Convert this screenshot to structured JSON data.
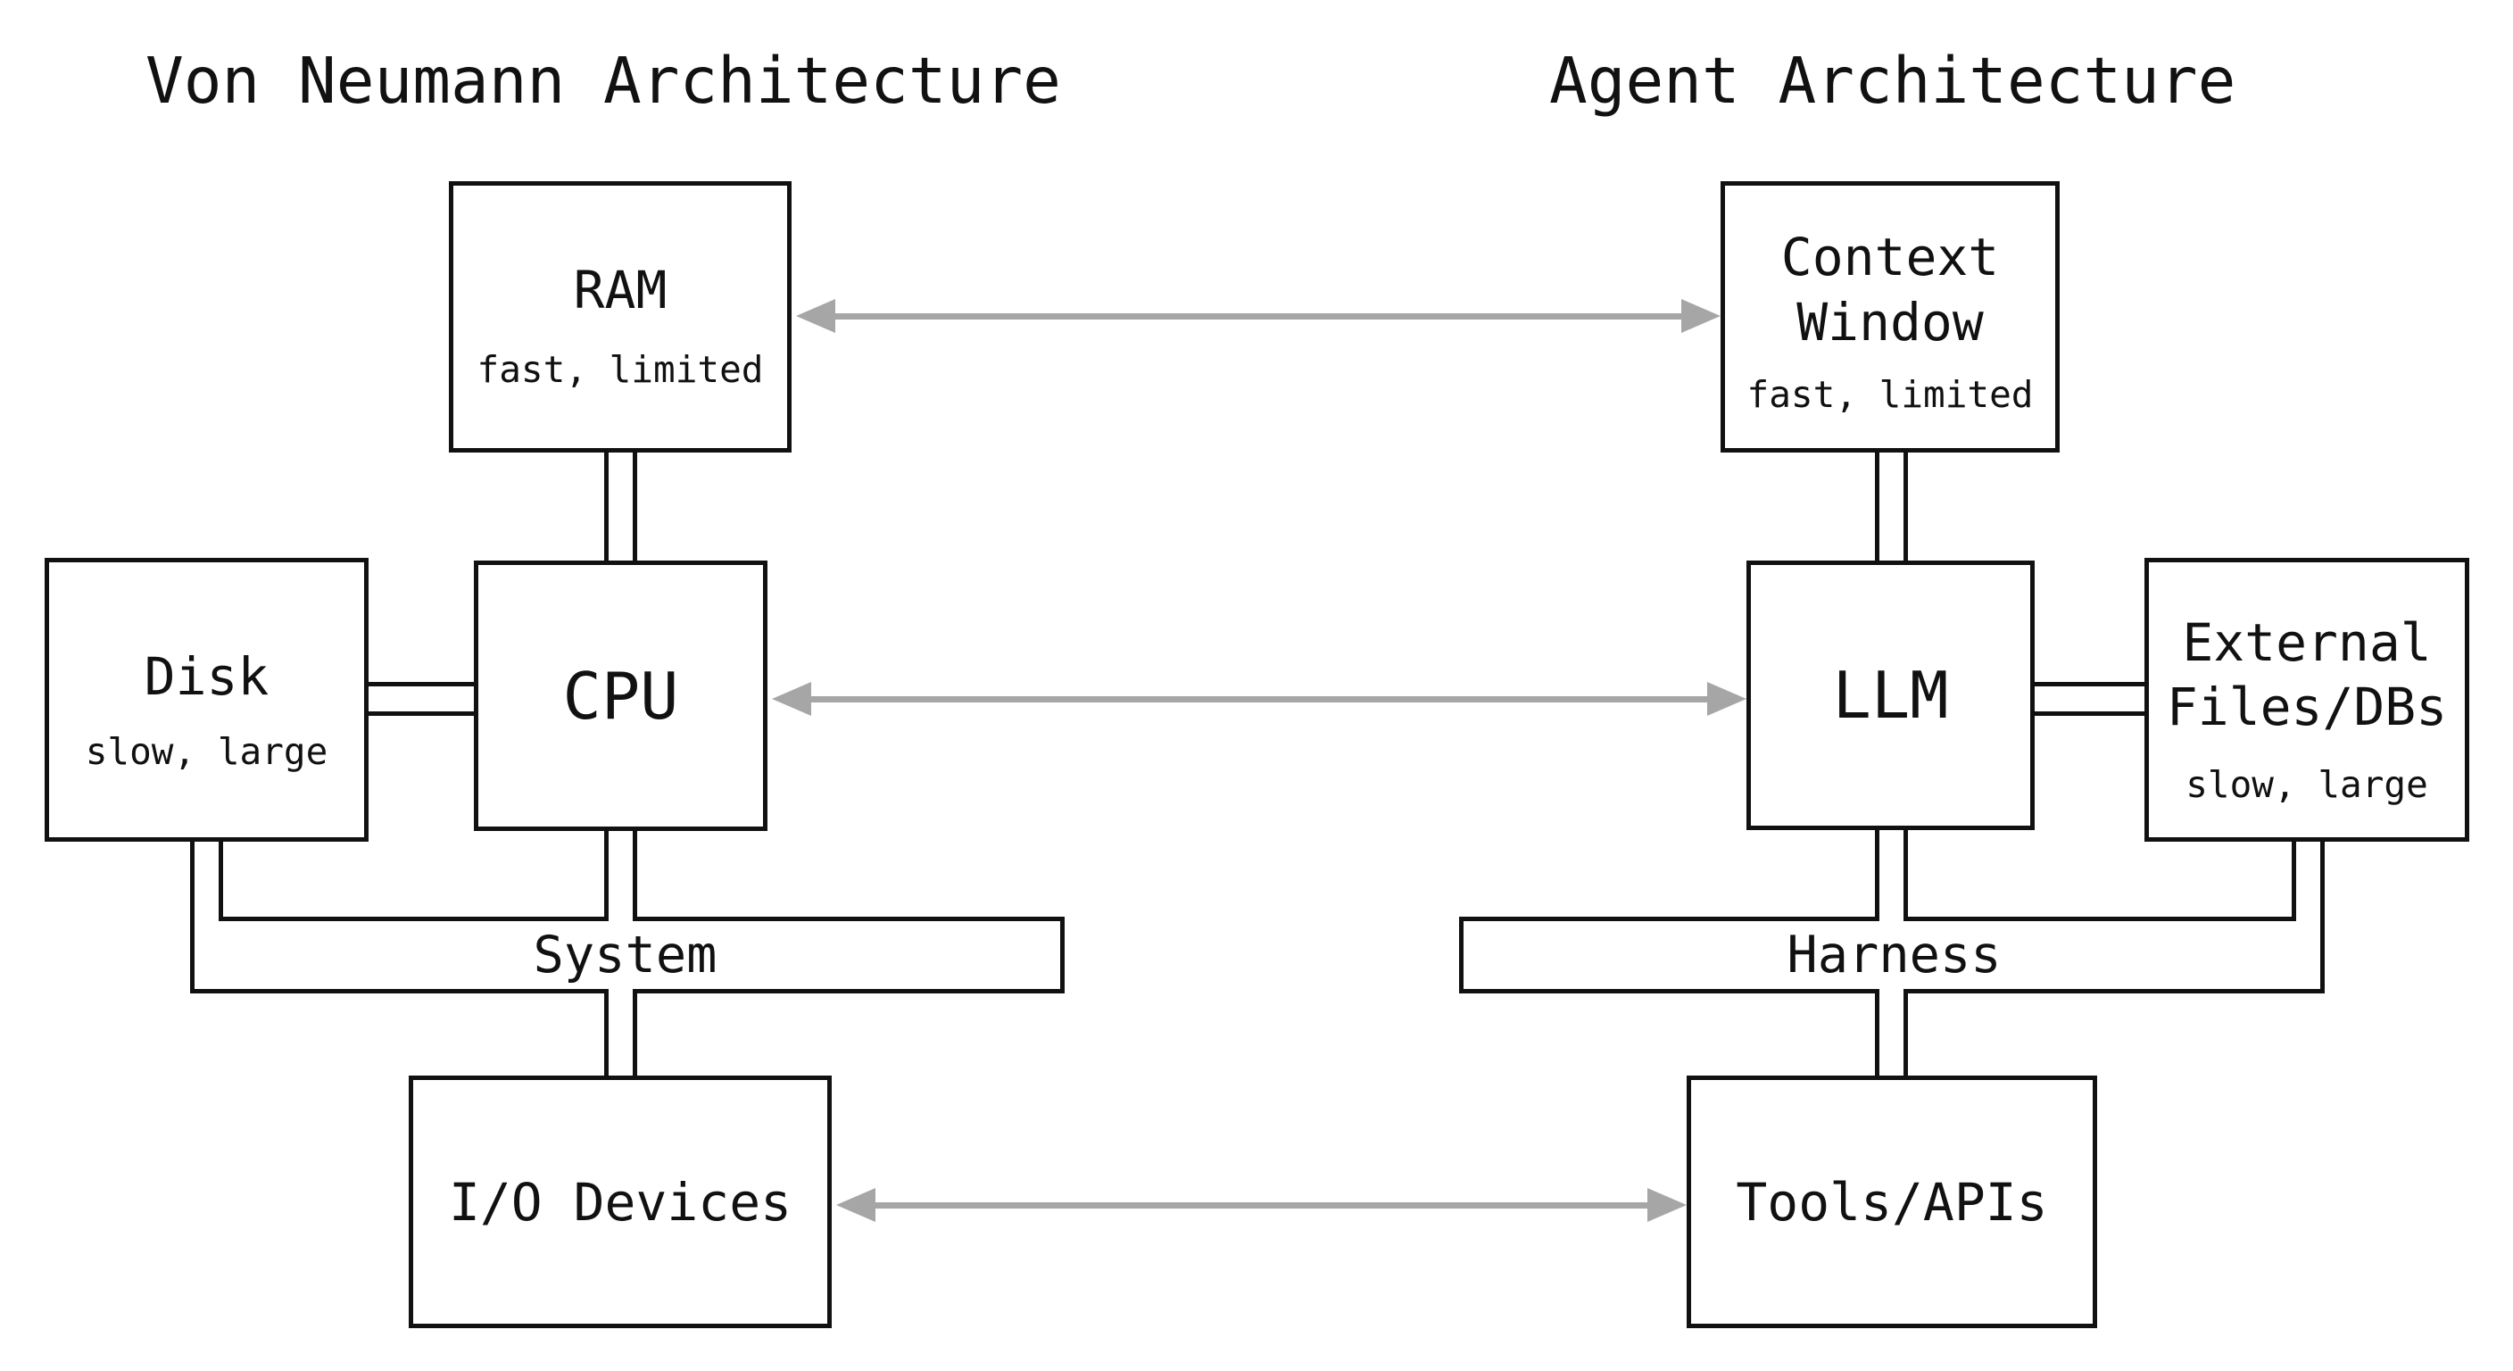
{
  "titles": {
    "von_neumann": "Von Neumann Architecture",
    "agent": "Agent Architecture"
  },
  "von_neumann": {
    "ram": {
      "label": "RAM",
      "sublabel": "fast, limited"
    },
    "disk": {
      "label": "Disk",
      "sublabel": "slow, large"
    },
    "cpu": {
      "label": "CPU"
    },
    "system_bus": {
      "label": "System"
    },
    "io": {
      "label": "I/O Devices"
    }
  },
  "agent": {
    "context_window": {
      "label_line1": "Context",
      "label_line2": "Window",
      "sublabel": "fast, limited"
    },
    "external_files": {
      "label_line1": "External",
      "label_line2": "Files/DBs",
      "sublabel": "slow, large"
    },
    "llm": {
      "label": "LLM"
    },
    "harness_bus": {
      "label": "Harness"
    },
    "tools": {
      "label": "Tools/APIs"
    }
  },
  "colors": {
    "line": "#111111",
    "text": "#111111",
    "analogy_arrow": "#a6a6a6",
    "background": "#ffffff"
  }
}
